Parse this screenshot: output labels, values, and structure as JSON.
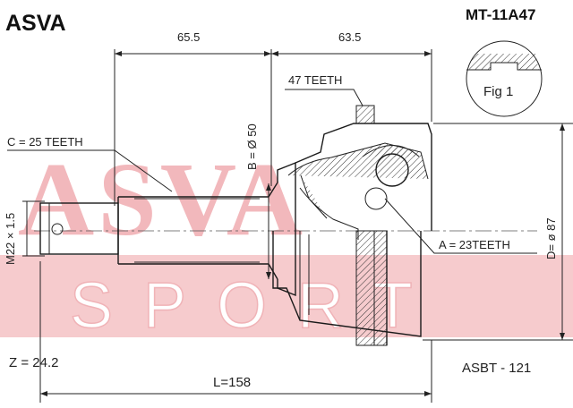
{
  "header": {
    "brand": "ASVA",
    "part_code": "MT-11A47"
  },
  "watermark": {
    "word": "ASVA",
    "subword": "SPORT",
    "color": "#f2b8bc"
  },
  "dimensions": {
    "outer_left": "65.5",
    "outer_right": "63.5",
    "outer_teeth": "47 TEETH",
    "spline_c": "C = 25 TEETH",
    "diameter_b": "B = Ø 50",
    "thread": "M22 × 1.5",
    "inner_a": "A = 23TEETH",
    "diameter_d": "D= ø 87",
    "z_value": "Z = 24.2",
    "length": "L=158"
  },
  "figure": {
    "label": "Fig 1"
  },
  "footer": {
    "ref": "ASBT - 121"
  },
  "colors": {
    "line": "#222222",
    "watermark": "#f2b8bc",
    "band": "#f6cbcd"
  }
}
